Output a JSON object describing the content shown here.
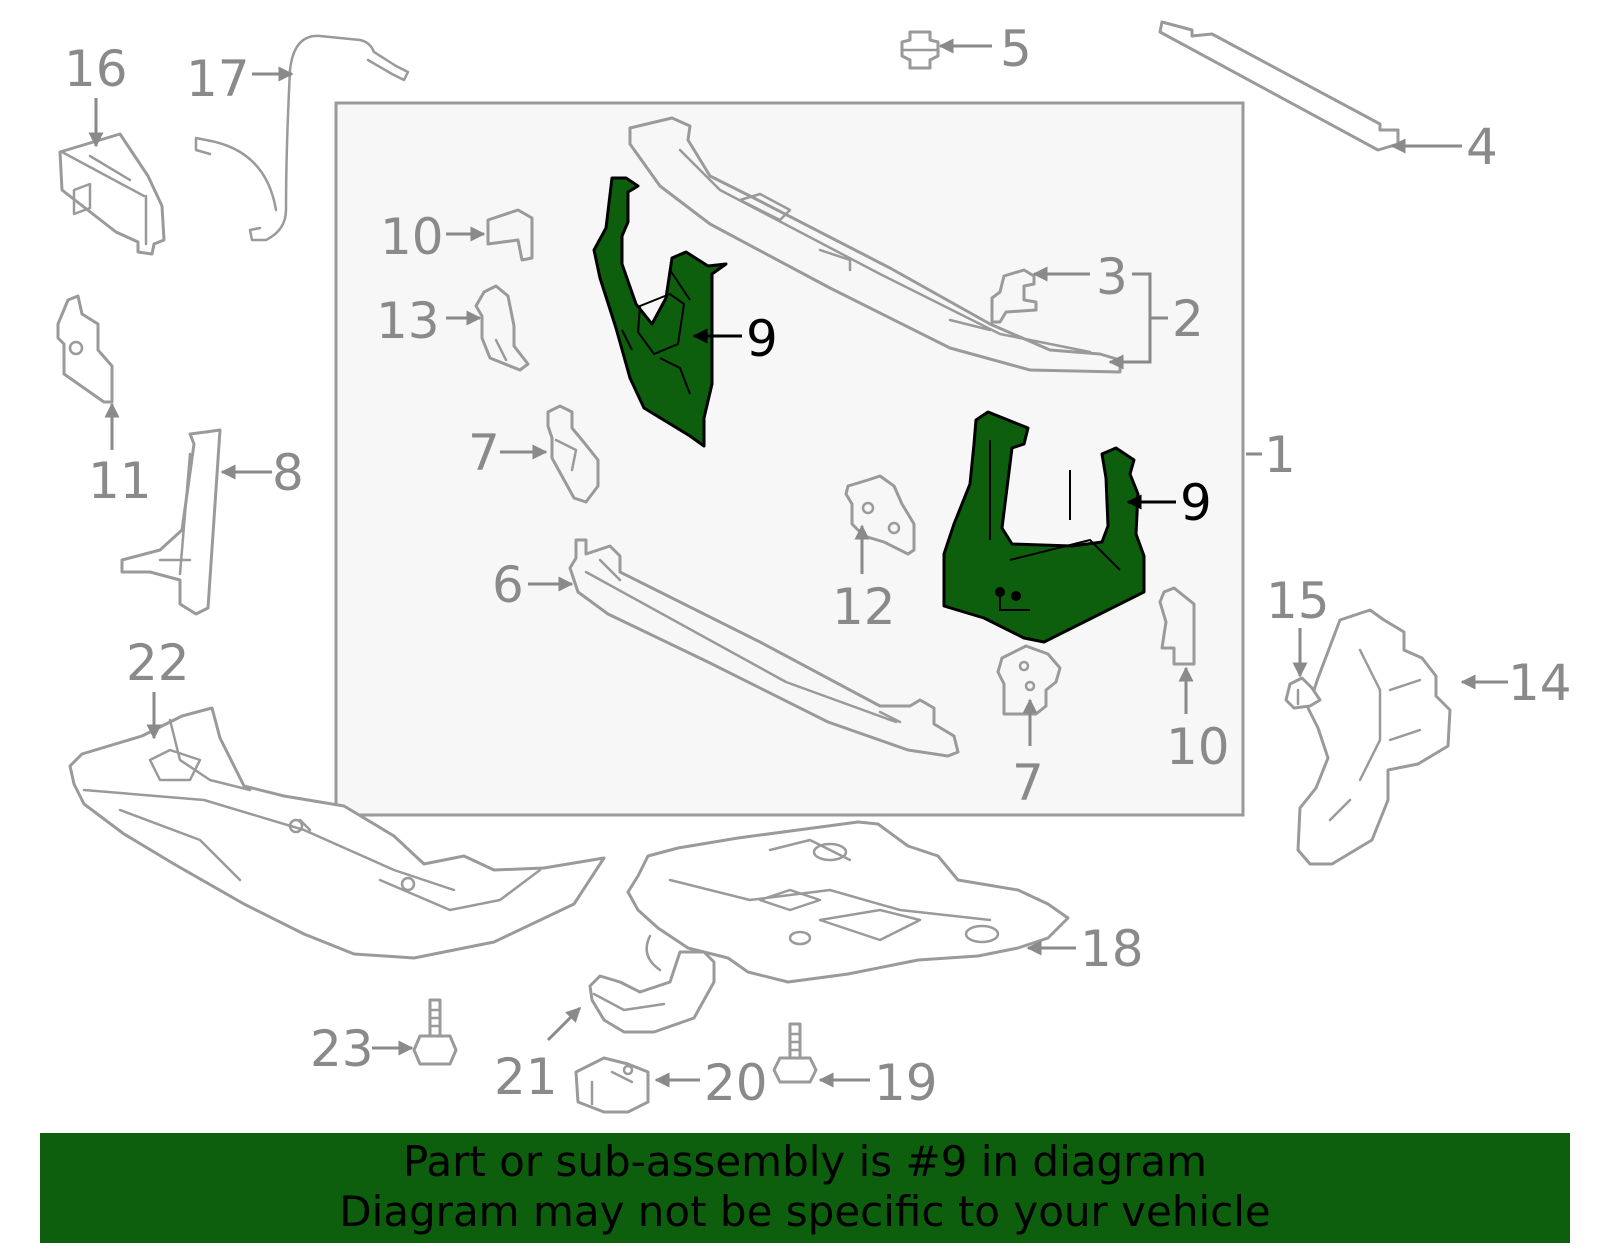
{
  "diagram": {
    "highlight_color": "#0d5e0d",
    "outline_color": "#9a9a9a",
    "highlighted_part": "9",
    "callouts": [
      {
        "id": "c1",
        "label": "1"
      },
      {
        "id": "c2",
        "label": "2"
      },
      {
        "id": "c3",
        "label": "3"
      },
      {
        "id": "c4",
        "label": "4"
      },
      {
        "id": "c5",
        "label": "5"
      },
      {
        "id": "c6",
        "label": "6"
      },
      {
        "id": "c7a",
        "label": "7"
      },
      {
        "id": "c7b",
        "label": "7"
      },
      {
        "id": "c8",
        "label": "8"
      },
      {
        "id": "c9a",
        "label": "9"
      },
      {
        "id": "c9b",
        "label": "9"
      },
      {
        "id": "c10a",
        "label": "10"
      },
      {
        "id": "c10b",
        "label": "10"
      },
      {
        "id": "c11",
        "label": "11"
      },
      {
        "id": "c12",
        "label": "12"
      },
      {
        "id": "c13",
        "label": "13"
      },
      {
        "id": "c14",
        "label": "14"
      },
      {
        "id": "c15",
        "label": "15"
      },
      {
        "id": "c16",
        "label": "16"
      },
      {
        "id": "c17",
        "label": "17"
      },
      {
        "id": "c18",
        "label": "18"
      },
      {
        "id": "c19",
        "label": "19"
      },
      {
        "id": "c20",
        "label": "20"
      },
      {
        "id": "c21",
        "label": "21"
      },
      {
        "id": "c22",
        "label": "22"
      },
      {
        "id": "c23",
        "label": "23"
      }
    ]
  },
  "footer": {
    "background": "#0d5e0d",
    "line1": "Part or sub-assembly is #9 in diagram",
    "line2": "Diagram may not be specific to your vehicle"
  }
}
